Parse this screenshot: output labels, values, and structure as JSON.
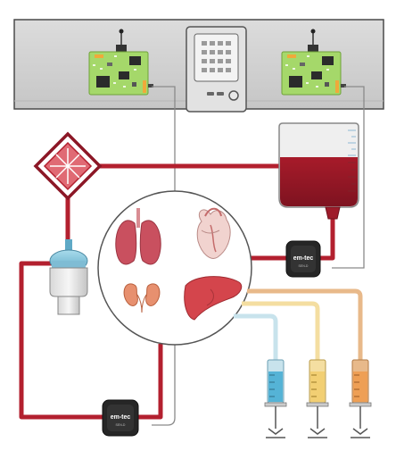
{
  "sensor_label": "em-tec",
  "sensor_sublabel": "SEN-D",
  "colors": {
    "blood": "#b3202f",
    "blood_dark": "#8c1726",
    "panel": "#d4d4d4",
    "pcb": "#a5d86a",
    "lung": "#c9505f",
    "heart": "#e9c3bf",
    "kidney": "#e7906f",
    "liver": "#d4454c",
    "tube_blue": "#c8e3ec",
    "tube_yellow": "#f4dea1",
    "tube_orange": "#e8b98a",
    "syringe_blue": "#55b3d6",
    "syringe_yellow": "#f2cf73",
    "syringe_orange": "#ee9f55"
  },
  "components": [
    "control-unit-panel",
    "pcb-board-left",
    "pcb-board-right",
    "monitor-display",
    "blood-reservoir",
    "oxygenator",
    "centrifugal-pump",
    "flow-sensor-right",
    "flow-sensor-bottom",
    "organ-circle",
    "lungs",
    "heart",
    "kidneys",
    "liver",
    "syringe-blue",
    "syringe-yellow",
    "syringe-orange"
  ]
}
